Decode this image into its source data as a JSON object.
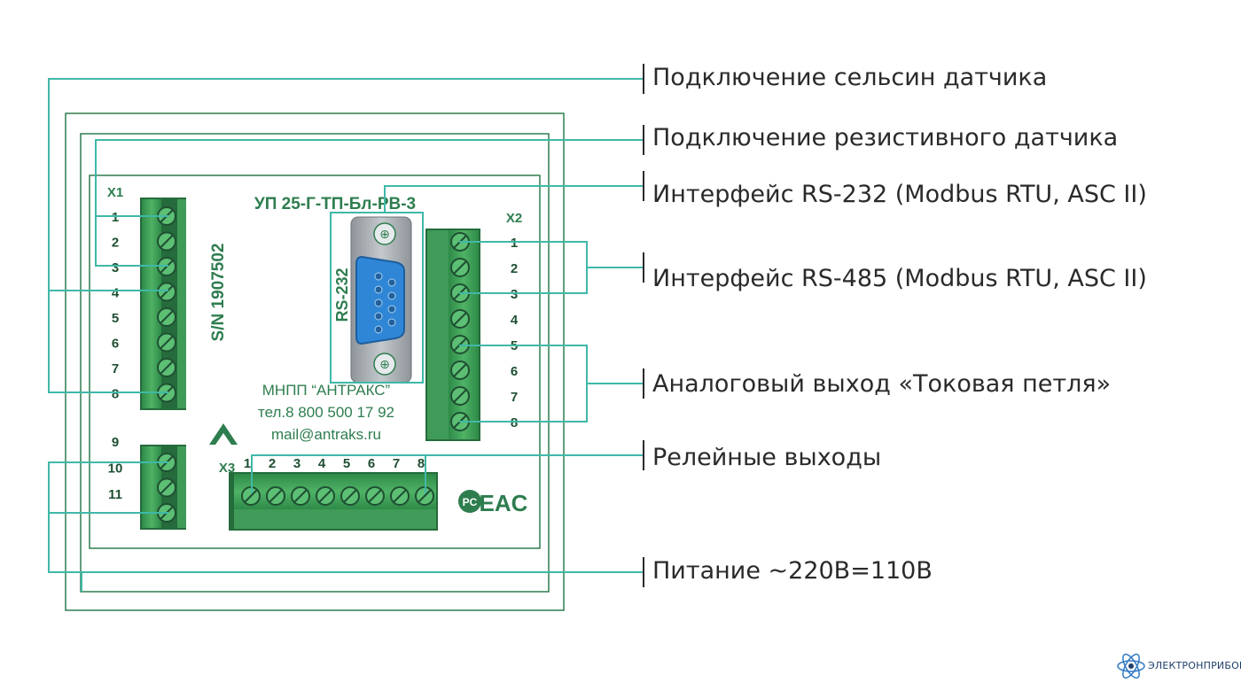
{
  "device": {
    "model": "УП 25-Г-ТП-Бл-РВ-3",
    "serial": "S/N 1907502",
    "manufacturer": "МНПП “АНТРАКС”",
    "phone": "тел.8 800 500 17 92",
    "email": "mail@antraks.ru",
    "connector_label": "RS-232",
    "cert_marks": "EAC"
  },
  "blocks": {
    "x1": {
      "name": "X1",
      "pins": [
        "1",
        "2",
        "3",
        "4",
        "5",
        "6",
        "7",
        "8"
      ]
    },
    "x1b": {
      "pins": [
        "9",
        "10",
        "11"
      ]
    },
    "x2": {
      "name": "X2",
      "pins": [
        "1",
        "2",
        "3",
        "4",
        "5",
        "6",
        "7",
        "8"
      ]
    },
    "x3": {
      "name": "X3",
      "pins": [
        "1",
        "2",
        "3",
        "4",
        "5",
        "6",
        "7",
        "8"
      ]
    }
  },
  "callouts": [
    {
      "id": "selsyn",
      "text": "Подключение сельсин датчика"
    },
    {
      "id": "resistive",
      "text": "Подключение резистивного датчика"
    },
    {
      "id": "rs232",
      "text": "Интерфейс RS-232 (Modbus RTU, ASC II)"
    },
    {
      "id": "rs485",
      "text": "Интерфейс RS-485 (Modbus RTU, ASC II)"
    },
    {
      "id": "analog",
      "text": "Аналоговый выход «Токовая петля»"
    },
    {
      "id": "relay",
      "text": "Релейные выходы"
    },
    {
      "id": "power",
      "text": "Питание ~220В=110В"
    }
  ],
  "brand": {
    "text": "ЭЛЕКТРОНПРИБОР"
  },
  "colors": {
    "line": "#3fb8a8",
    "panel": "#2e7d4f",
    "terminal": "#3a9a55",
    "connector": "#3a8fd6"
  }
}
